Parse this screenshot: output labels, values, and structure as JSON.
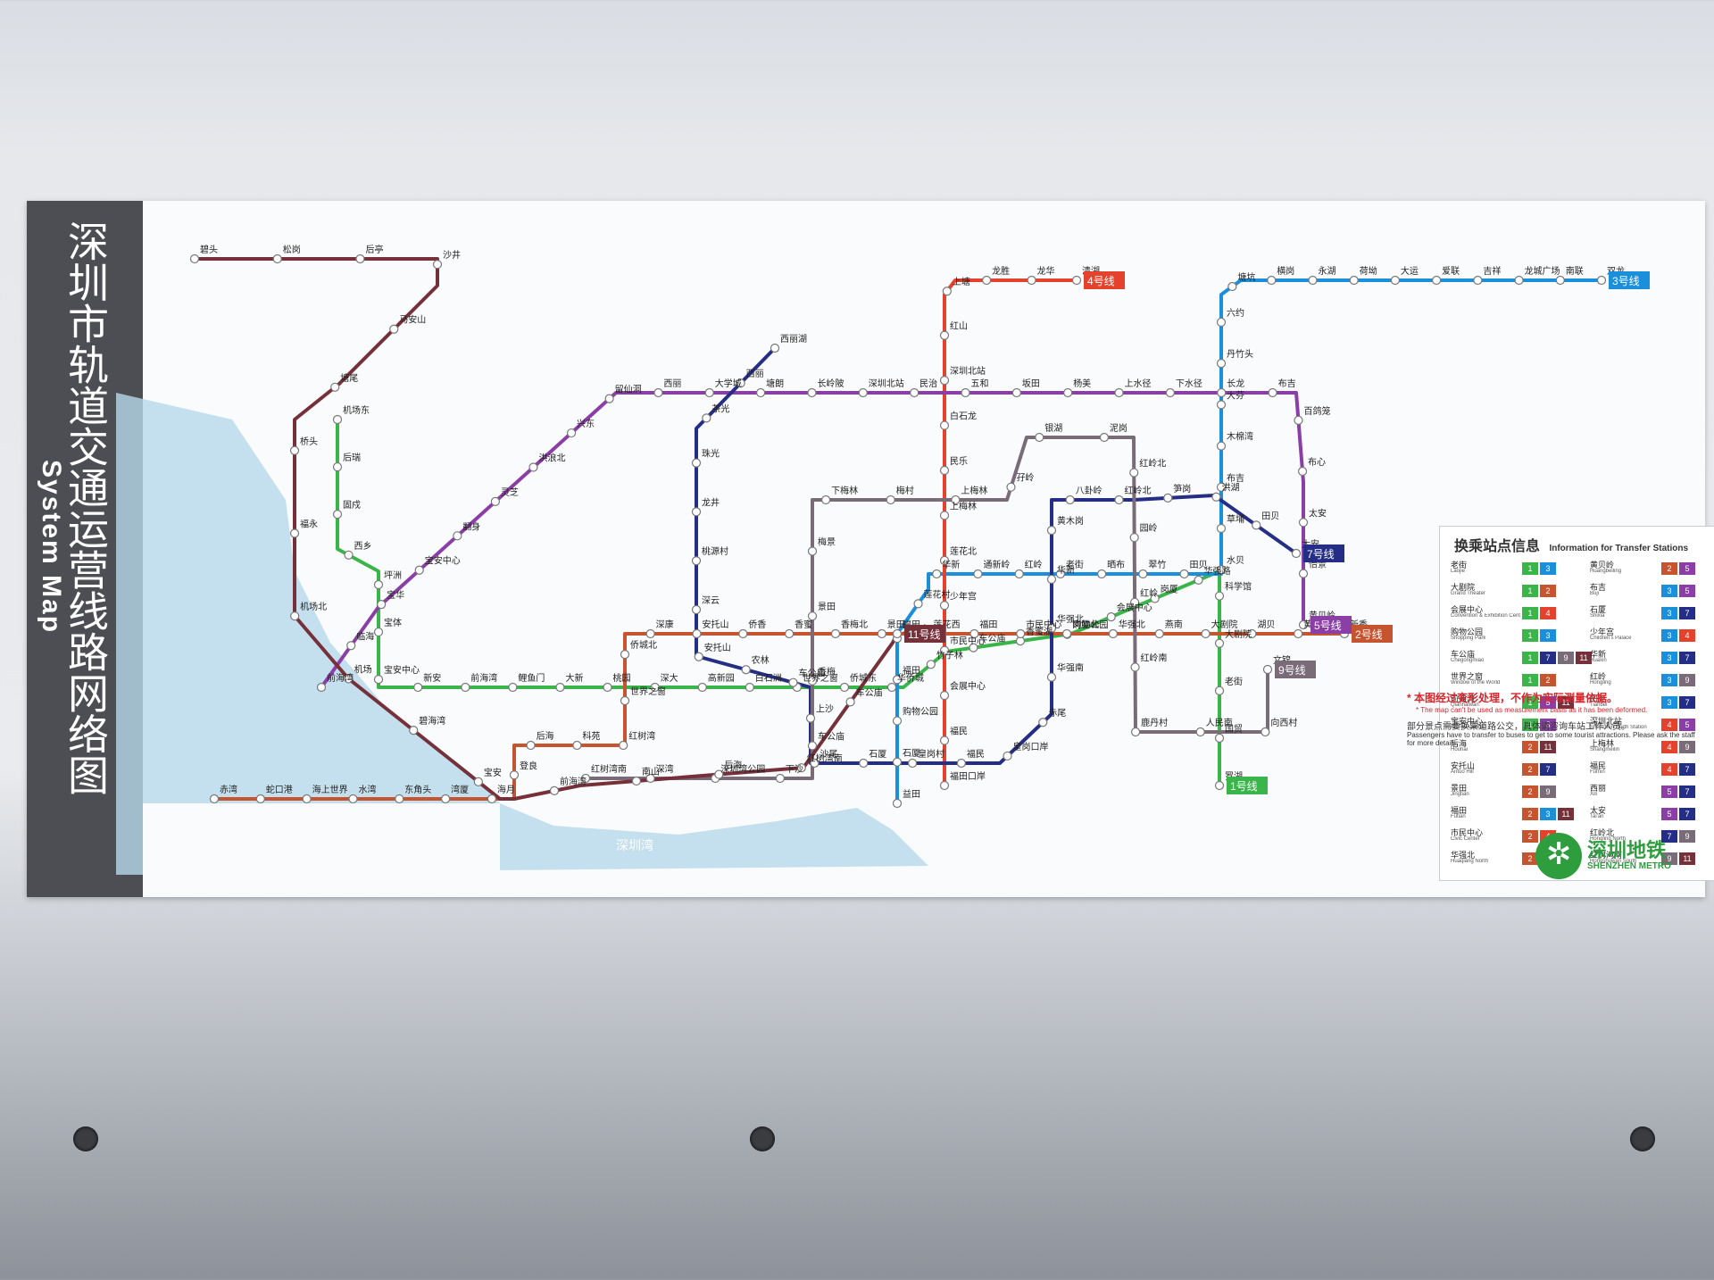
{
  "map_title_zh": "深圳市轨道交通运营线路网络图",
  "map_title_en": "System Map",
  "operator_zh": "深圳地铁",
  "operator_en": "SHENZHEN METRO",
  "legend_title_zh": "换乘站点信息",
  "legend_title_en": "Information for Transfer Stations",
  "note_zh": "* 本图经过变形处理，不作为实际测量依据。",
  "note_en": "* The map can't be used as measurement basis as it has been deformed.",
  "note2_zh": "部分景点需要换乘道路公交，具体请咨询车站工作人员。",
  "note2_en": "Passengers have to transfer to buses to get to some tourist attractions. Please ask the staff for more details.",
  "water_label": "深圳湾",
  "lines": [
    {
      "id": "1",
      "label": "1号线",
      "color": "#3ab54a",
      "stations": [
        "机场东",
        "后瑞",
        "固戍",
        "西乡",
        "坪洲",
        "宝体",
        "宝安中心",
        "新安",
        "前海湾",
        "鲤鱼门",
        "大新",
        "桃园",
        "深大",
        "高新园",
        "白石洲",
        "世界之窗",
        "侨城东",
        "华侨城",
        "竹子林",
        "车公庙",
        "香蜜湖",
        "购物公园",
        "会展中心",
        "岗厦",
        "华强路",
        "科学馆",
        "大剧院",
        "老街",
        "国贸",
        "罗湖"
      ]
    },
    {
      "id": "2",
      "label": "2号线",
      "color": "#c5542f",
      "stations": [
        "赤湾",
        "蛇口港",
        "海上世界",
        "水湾",
        "东角头",
        "湾厦",
        "海月",
        "登良",
        "后海",
        "科苑",
        "红树湾",
        "世界之窗",
        "侨城北",
        "深康",
        "安托山",
        "侨香",
        "香蜜",
        "香梅北",
        "景田",
        "莲花西",
        "福田",
        "市民中心",
        "岗厦北",
        "华强北",
        "燕南",
        "大剧院",
        "湖贝",
        "黄贝岭",
        "新秀"
      ]
    },
    {
      "id": "3",
      "label": "3号线",
      "color": "#1a8fdc",
      "stations": [
        "益田",
        "石厦",
        "购物公园",
        "福田",
        "少年宫",
        "莲花村",
        "华新",
        "通新岭",
        "红岭",
        "老街",
        "晒布",
        "翠竹",
        "田贝",
        "水贝",
        "草埔",
        "布吉",
        "木棉湾",
        "大芬",
        "丹竹头",
        "六约",
        "塘坑",
        "横岗",
        "永湖",
        "荷坳",
        "大运",
        "爱联",
        "吉祥",
        "龙城广场",
        "南联",
        "双龙"
      ]
    },
    {
      "id": "4",
      "label": "4号线",
      "color": "#e4422c",
      "stations": [
        "福田口岸",
        "福民",
        "会展中心",
        "市民中心",
        "少年宫",
        "莲花北",
        "上梅林",
        "民乐",
        "白石龙",
        "深圳北站",
        "红山",
        "上塘",
        "龙胜",
        "龙华",
        "清湖"
      ]
    },
    {
      "id": "5",
      "label": "5号线",
      "color": "#8b3ea6",
      "stations": [
        "前海湾",
        "临海",
        "宝华",
        "宝安中心",
        "翻身",
        "灵芝",
        "洪浪北",
        "兴东",
        "留仙洞",
        "西丽",
        "大学城",
        "塘朗",
        "长岭陂",
        "深圳北站",
        "民治",
        "五和",
        "坂田",
        "杨美",
        "上水径",
        "下水径",
        "长龙",
        "布吉",
        "百鸽笼",
        "布心",
        "太安",
        "怡景",
        "黄贝岭"
      ]
    },
    {
      "id": "7",
      "label": "7号线",
      "color": "#252e86",
      "stations": [
        "西丽湖",
        "西丽",
        "茶光",
        "珠光",
        "龙井",
        "桃源村",
        "深云",
        "安托山",
        "农林",
        "车公庙",
        "上沙",
        "沙尾",
        "石厦",
        "皇岗村",
        "福民",
        "皇岗口岸",
        "赤尾",
        "华强南",
        "华强北",
        "华新",
        "黄木岗",
        "八卦岭",
        "红岭北",
        "笋岗",
        "洪湖",
        "田贝",
        "太安"
      ]
    },
    {
      "id": "9",
      "label": "9号线",
      "color": "#7a6b78",
      "stations": [
        "红树湾南",
        "深湾",
        "深圳湾公园",
        "下沙",
        "车公庙",
        "香梅",
        "景田",
        "梅景",
        "下梅林",
        "梅村",
        "上梅林",
        "孖岭",
        "银湖",
        "泥岗",
        "红岭北",
        "园岭",
        "红岭",
        "红岭南",
        "鹿丹村",
        "人民南",
        "向西村",
        "文锦"
      ]
    },
    {
      "id": "11",
      "label": "11号线",
      "color": "#76303a",
      "stations": [
        "碧头",
        "松岗",
        "后亭",
        "沙井",
        "马安山",
        "塘尾",
        "桥头",
        "福永",
        "机场北",
        "机场",
        "碧海湾",
        "宝安",
        "前海湾",
        "南山",
        "后海",
        "红树湾南",
        "车公庙",
        "福田"
      ]
    }
  ],
  "transfer_table": [
    {
      "name_zh": "老街",
      "name_en": "Laojie",
      "lines": [
        "1",
        "3"
      ]
    },
    {
      "name_zh": "大剧院",
      "name_en": "Grand Theater",
      "lines": [
        "1",
        "2"
      ]
    },
    {
      "name_zh": "会展中心",
      "name_en": "Convention & Exhibition Center",
      "lines": [
        "1",
        "4"
      ]
    },
    {
      "name_zh": "购物公园",
      "name_en": "Shopping Park",
      "lines": [
        "1",
        "3"
      ]
    },
    {
      "name_zh": "车公庙",
      "name_en": "Chegongmiao",
      "lines": [
        "1",
        "7",
        "9",
        "11"
      ]
    },
    {
      "name_zh": "世界之窗",
      "name_en": "Window of the World",
      "lines": [
        "1",
        "2"
      ]
    },
    {
      "name_zh": "前海湾",
      "name_en": "Qianhaiwan",
      "lines": [
        "1",
        "5",
        "11"
      ]
    },
    {
      "name_zh": "宝安中心",
      "name_en": "Bao'an Center",
      "lines": [
        "1",
        "5"
      ]
    },
    {
      "name_zh": "后海",
      "name_en": "Houhai",
      "lines": [
        "2",
        "11"
      ]
    },
    {
      "name_zh": "安托山",
      "name_en": "Antuo Hill",
      "lines": [
        "2",
        "7"
      ]
    },
    {
      "name_zh": "景田",
      "name_en": "Jingtian",
      "lines": [
        "2",
        "9"
      ]
    },
    {
      "name_zh": "福田",
      "name_en": "Futian",
      "lines": [
        "2",
        "3",
        "11"
      ]
    },
    {
      "name_zh": "市民中心",
      "name_en": "Civic Center",
      "lines": [
        "2",
        "4"
      ]
    },
    {
      "name_zh": "华强北",
      "name_en": "Huaqiang North",
      "lines": [
        "2",
        "7"
      ]
    },
    {
      "name_zh": "黄贝岭",
      "name_en": "Huangbeiling",
      "lines": [
        "2",
        "5"
      ]
    },
    {
      "name_zh": "布吉",
      "name_en": "Buji",
      "lines": [
        "3",
        "5"
      ]
    },
    {
      "name_zh": "石厦",
      "name_en": "Shixia",
      "lines": [
        "3",
        "7"
      ]
    },
    {
      "name_zh": "少年宫",
      "name_en": "Children's Palace",
      "lines": [
        "3",
        "4"
      ]
    },
    {
      "name_zh": "华新",
      "name_en": "Huaxin",
      "lines": [
        "3",
        "7"
      ]
    },
    {
      "name_zh": "红岭",
      "name_en": "Hongling",
      "lines": [
        "3",
        "9"
      ]
    },
    {
      "name_zh": "田贝",
      "name_en": "Tianbei",
      "lines": [
        "3",
        "7"
      ]
    },
    {
      "name_zh": "深圳北站",
      "name_en": "Shenzhen North Station",
      "lines": [
        "4",
        "5"
      ]
    },
    {
      "name_zh": "上梅林",
      "name_en": "Shangmeilin",
      "lines": [
        "4",
        "9"
      ]
    },
    {
      "name_zh": "福民",
      "name_en": "Fumin",
      "lines": [
        "4",
        "7"
      ]
    },
    {
      "name_zh": "西丽",
      "name_en": "Xili",
      "lines": [
        "5",
        "7"
      ]
    },
    {
      "name_zh": "太安",
      "name_en": "Tai'an",
      "lines": [
        "5",
        "7"
      ]
    },
    {
      "name_zh": "红岭北",
      "name_en": "Hongling North",
      "lines": [
        "7",
        "9"
      ]
    },
    {
      "name_zh": "红树湾南",
      "name_en": "Hongshuwan South",
      "lines": [
        "9",
        "11"
      ]
    }
  ]
}
